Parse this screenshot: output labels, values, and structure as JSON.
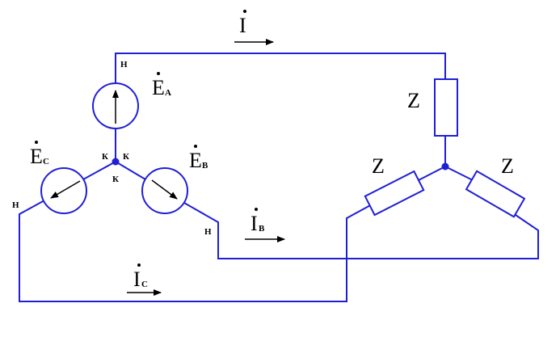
{
  "labels": {
    "current_line": "I",
    "current_b": "I",
    "current_b_sub": "B",
    "current_c": "I",
    "current_c_sub": "C",
    "emf_a": "E",
    "emf_a_sub": "A",
    "emf_b": "E",
    "emf_b_sub": "B",
    "emf_c": "E",
    "emf_c_sub": "C",
    "impedance_top": "Z",
    "impedance_left": "Z",
    "impedance_right": "Z",
    "terminal_start_a": "Н",
    "terminal_start_b": "Н",
    "terminal_start_c": "Н",
    "terminal_end_a": "К",
    "terminal_end_b": "К",
    "terminal_end_c": "К"
  },
  "colors": {
    "wire": "#1f1fd6",
    "text": "#000000",
    "background": "#ffffff"
  }
}
